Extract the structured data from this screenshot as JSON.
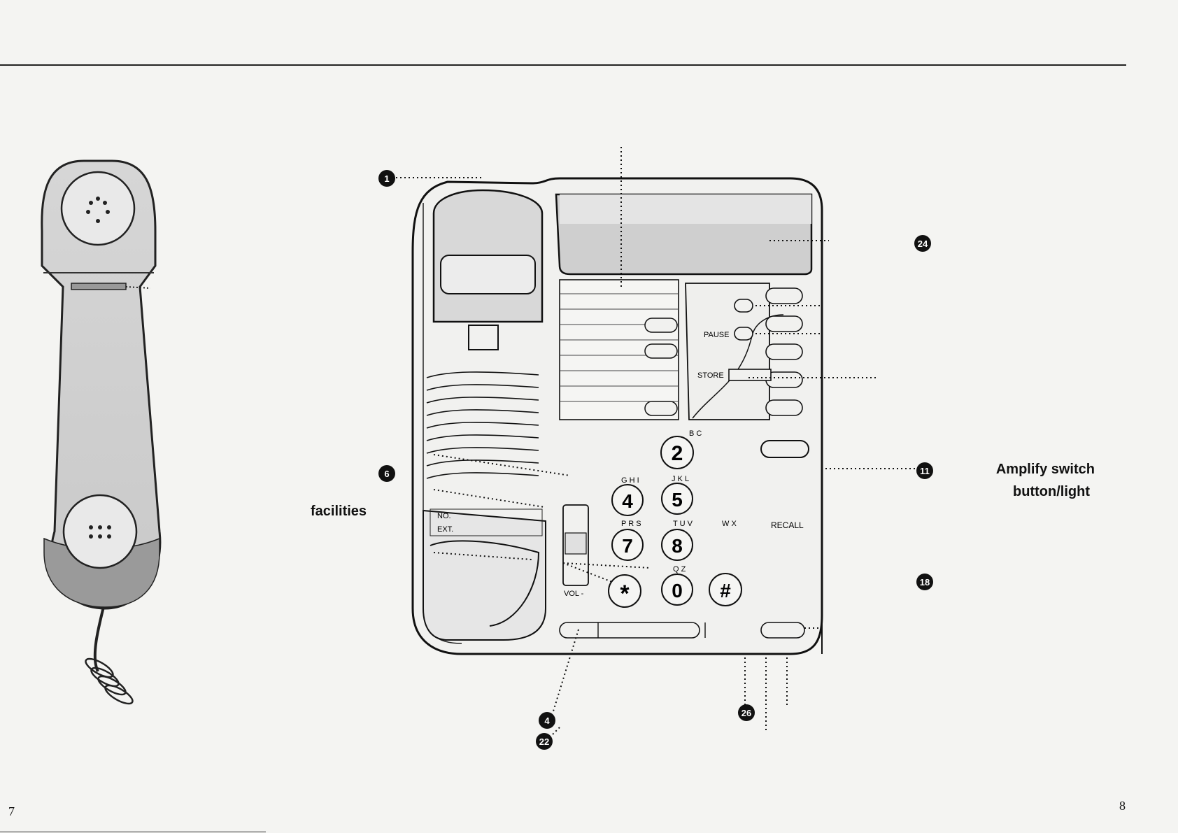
{
  "page": {
    "left_number": "7",
    "right_number": "8"
  },
  "labels": {
    "facilities": "facilities",
    "amplify_line1": "Amplify switch",
    "amplify_line2": "button/light"
  },
  "phone": {
    "store_label": "STORE",
    "pause_label": "PAUSE",
    "recall_label": "RECALL",
    "vol_label": "VOL -",
    "no_label": "NO.",
    "ext_label": "EXT.",
    "wx_label": "W X"
  },
  "keys": [
    {
      "digit": "2",
      "letters": "B C"
    },
    {
      "digit": "4",
      "letters": "G H I"
    },
    {
      "digit": "5",
      "letters": "J K L"
    },
    {
      "digit": "7",
      "letters": "P R S"
    },
    {
      "digit": "8",
      "letters": "T U V"
    },
    {
      "digit": "0",
      "letters": "Q Z"
    },
    {
      "digit": "*",
      "letters": ""
    },
    {
      "digit": "#",
      "letters": ""
    }
  ],
  "callouts": {
    "c1": "1",
    "c4": "4",
    "c6": "6",
    "c11": "11",
    "c18": "18",
    "c22": "22",
    "c24": "24",
    "c26": "26"
  }
}
